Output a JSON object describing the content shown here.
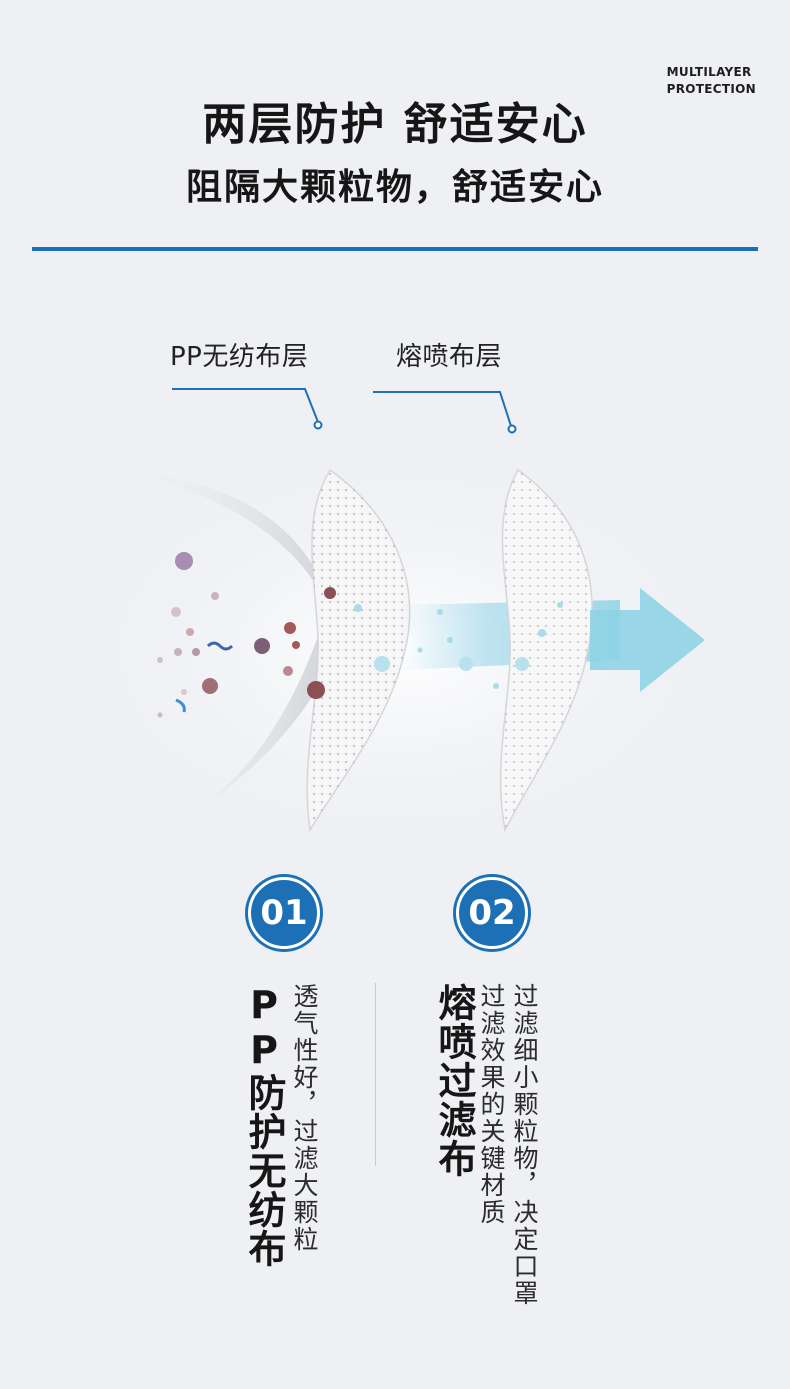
{
  "header": {
    "tag_line1": "MULTILAYER",
    "tag_line2": "PROTECTION",
    "title": "两层防护 舒适安心",
    "subtitle": "阻隔大颗粒物，舒适安心"
  },
  "layers": [
    {
      "label": "PP无纺布层"
    },
    {
      "label": "熔喷布层"
    }
  ],
  "features": [
    {
      "number": "01",
      "title": "PP防护无纺布",
      "desc": "透气性好，过滤大颗粒"
    },
    {
      "number": "02",
      "title": "熔喷过滤布",
      "desc_line1": "过滤细小颗粒物，决定口罩",
      "desc_line2": "过滤效果的关键材质"
    }
  ],
  "colors": {
    "accent": "#1d70b6",
    "background": "#eef0f4",
    "arrow": "#8fd3e6"
  }
}
